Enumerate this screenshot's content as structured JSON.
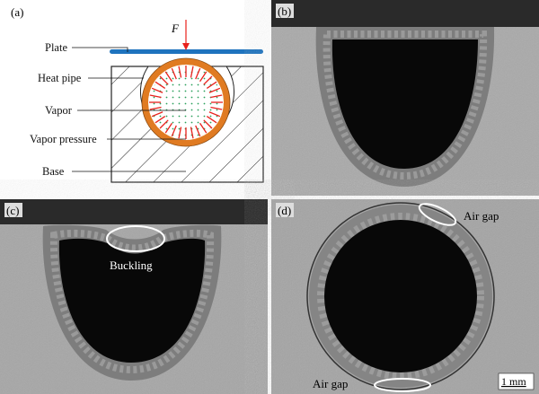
{
  "panels": {
    "a": {
      "label": "(a)",
      "force": "F",
      "callouts": [
        "Plate",
        "Heat pipe",
        "Vapor",
        "Vapor pressure",
        "Base"
      ]
    },
    "b": {
      "label": "(b)"
    },
    "c": {
      "label": "(c)",
      "annotation": "Buckling"
    },
    "d": {
      "label": "(d)",
      "annotation_top": "Air gap",
      "annotation_bottom": "Air gap",
      "scale_bar": "1 mm"
    }
  },
  "colors": {
    "plate": "#1e73be",
    "pipe": "#e07b22",
    "pressure_arrows": "#e8211c",
    "vapor_dots": "#2aa05a"
  }
}
